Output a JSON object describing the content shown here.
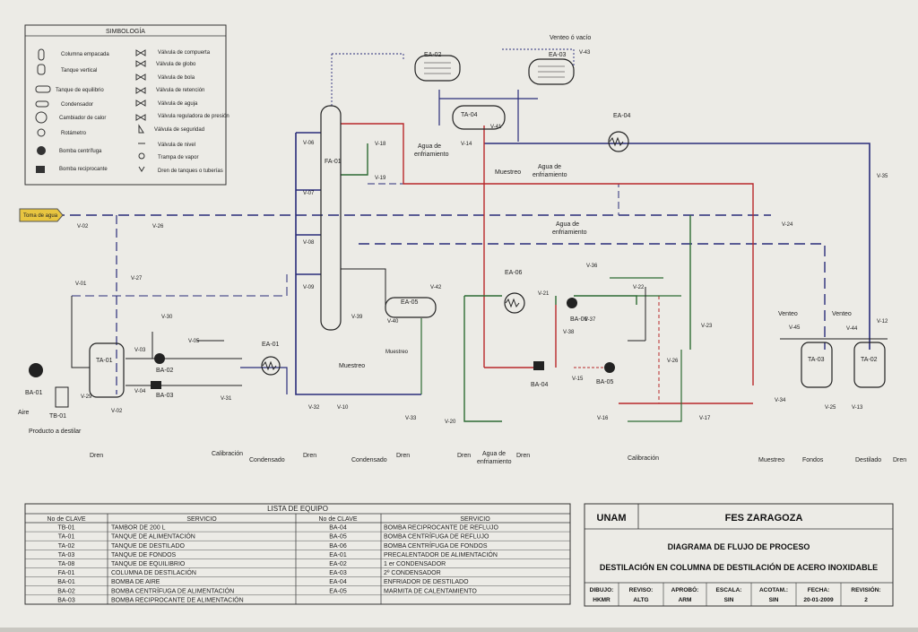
{
  "legend": {
    "title": "SIMBOLOGÍA",
    "left": [
      "Columna empacada",
      "Tanque vertical",
      "Tanque de equilibrio",
      "Condensador",
      "Cambiador de calor",
      "Rotámetro",
      "Bomba centrífuga",
      "Bomba reciprocante"
    ],
    "right": [
      "Válvula de compuerta",
      "Válvula de globo",
      "Válvula de bola",
      "Válvula de retención",
      "Válvula de aguja",
      "Válvula reguladora de presión",
      "Válvula de seguridad",
      "Válvula de nivel",
      "Trampa de vapor",
      "Dren de tanques o tuberías"
    ]
  },
  "diagram": {
    "labels": {
      "fa01": "FA-01",
      "ta01": "TA-01",
      "tb01": "TB-01",
      "ba01": "BA-01",
      "ba02": "BA-02",
      "ba03": "BA-03",
      "ea01": "EA-01",
      "ea02": "EA-02",
      "ea03": "EA-03",
      "ta04": "TA-04",
      "ea04": "EA-04",
      "ea05": "EA-05",
      "ea06": "EA-06",
      "ba04": "BA-04",
      "ba05": "BA-05",
      "ba06": "BA-06",
      "ta03": "TA-03",
      "ta02": "TA-02",
      "water_inlet": "Toma de agua",
      "venteo_vacio": "Venteo ó vacío",
      "agua_enfr_1a": "Agua de",
      "agua_enfr_1b": "enfriamiento",
      "muestreo_1": "Muestreo",
      "agua_enfr_2a": "Agua de",
      "agua_enfr_2b": "enfriamiento",
      "agua_enfr_3a": "Agua de",
      "agua_enfr_3b": "enfriamiento",
      "muestreo_2": "Muestreo",
      "muestreo_3": "Muestreo",
      "aire": "Aire",
      "producto": "Producto a destilar",
      "dren_1": "Dren",
      "calibracion_1": "Calibración",
      "condensado_1": "Condensado",
      "dren_2": "Dren",
      "condensado_2": "Condensado",
      "dren_3": "Dren",
      "dren_4": "Dren",
      "agua_enfr_4a": "Agua de",
      "agua_enfr_4b": "enfriamiento",
      "dren_5": "Dren",
      "calibracion_2": "Calibración",
      "muestreo_4": "Muestreo",
      "fondos": "Fondos",
      "destilado": "Destilado",
      "dren_6": "Dren",
      "venteo_1": "Venteo",
      "venteo_2": "Venteo"
    }
  },
  "valves": [
    "V-02",
    "V-26",
    "V-01",
    "V-27",
    "V-06",
    "V-07",
    "V-08",
    "V-09",
    "V-18",
    "V-19",
    "V-14",
    "V-41",
    "V-43",
    "V-35",
    "V-24",
    "V-42",
    "V-39",
    "V-40",
    "V-36",
    "V-21",
    "V-22",
    "V-37",
    "V-38",
    "V-23",
    "V-26",
    "V-15",
    "V-16",
    "V-17",
    "V-34",
    "V-25",
    "V-13",
    "V-45",
    "V-44",
    "V-12",
    "V-30",
    "V-05",
    "V-03",
    "V-04",
    "V-29",
    "V-02",
    "V-31",
    "V-32",
    "V-10",
    "V-33",
    "V-20"
  ],
  "equipment_list": {
    "title": "LISTA DE EQUIPO",
    "headers": [
      "No de CLAVE",
      "SERVICIO",
      "No de CLAVE",
      "SERVICIO"
    ],
    "rows": [
      [
        "TB-01",
        "TAMBOR DE 200 L",
        "BA-04",
        "BOMBA RECIPROCANTE DE REFLUJO"
      ],
      [
        "TA-01",
        "TANQUE DE ALIMENTACIÓN",
        "BA-05",
        "BOMBA CENTRÍFUGA DE REFLUJO"
      ],
      [
        "TA-02",
        "TANQUE DE DESTILADO",
        "BA-06",
        "BOMBA CENTRÍFUGA DE FONDOS"
      ],
      [
        "TA-03",
        "TANQUE DE FONDOS",
        "EA-01",
        "PRECALENTADOR DE ALIMENTACIÓN"
      ],
      [
        "TA-08",
        "TANQUE DE EQUILIBRIO",
        "EA-02",
        "1 er CONDENSADOR"
      ],
      [
        "FA-01",
        "COLUMNA DE DESTILACIÓN",
        "EA-03",
        "2º CONDENSADOR"
      ],
      [
        "BA-01",
        "BOMBA DE AIRE",
        "EA-04",
        "ENFRIADOR DE DESTILADO"
      ],
      [
        "BA-02",
        "BOMBA CENTRÍFUGA DE ALIMENTACIÓN",
        "EA-05",
        "MARMITA DE CALENTAMIENTO"
      ],
      [
        "BA-03",
        "BOMBA RECIPROCANTE DE ALIMENTACIÓN",
        "",
        ""
      ]
    ]
  },
  "title_block": {
    "institution": "UNAM",
    "faculty": "FES ZARAGOZA",
    "drawing_title": "DIAGRAMA DE FLUJO DE PROCESO",
    "description": "DESTILACIÓN EN COLUMNA DE DESTILACIÓN DE ACERO INOXIDABLE",
    "fields": [
      {
        "label": "DIBUJO:",
        "value": "HKMR"
      },
      {
        "label": "REVISO:",
        "value": "ALTG"
      },
      {
        "label": "APROBÓ:",
        "value": "ARM"
      },
      {
        "label": "ESCALA:",
        "value": "SIN"
      },
      {
        "label": "ACOTAM.:",
        "value": "SIN"
      },
      {
        "label": "FECHA:",
        "value": "20-01-2009"
      },
      {
        "label": "REVISIÓN:",
        "value": "2"
      }
    ]
  },
  "line_colors": {
    "main": "#2a2d7a",
    "hot": "#b8282a",
    "cooling": "#2d6b33",
    "water_tag": "#e8c540"
  }
}
